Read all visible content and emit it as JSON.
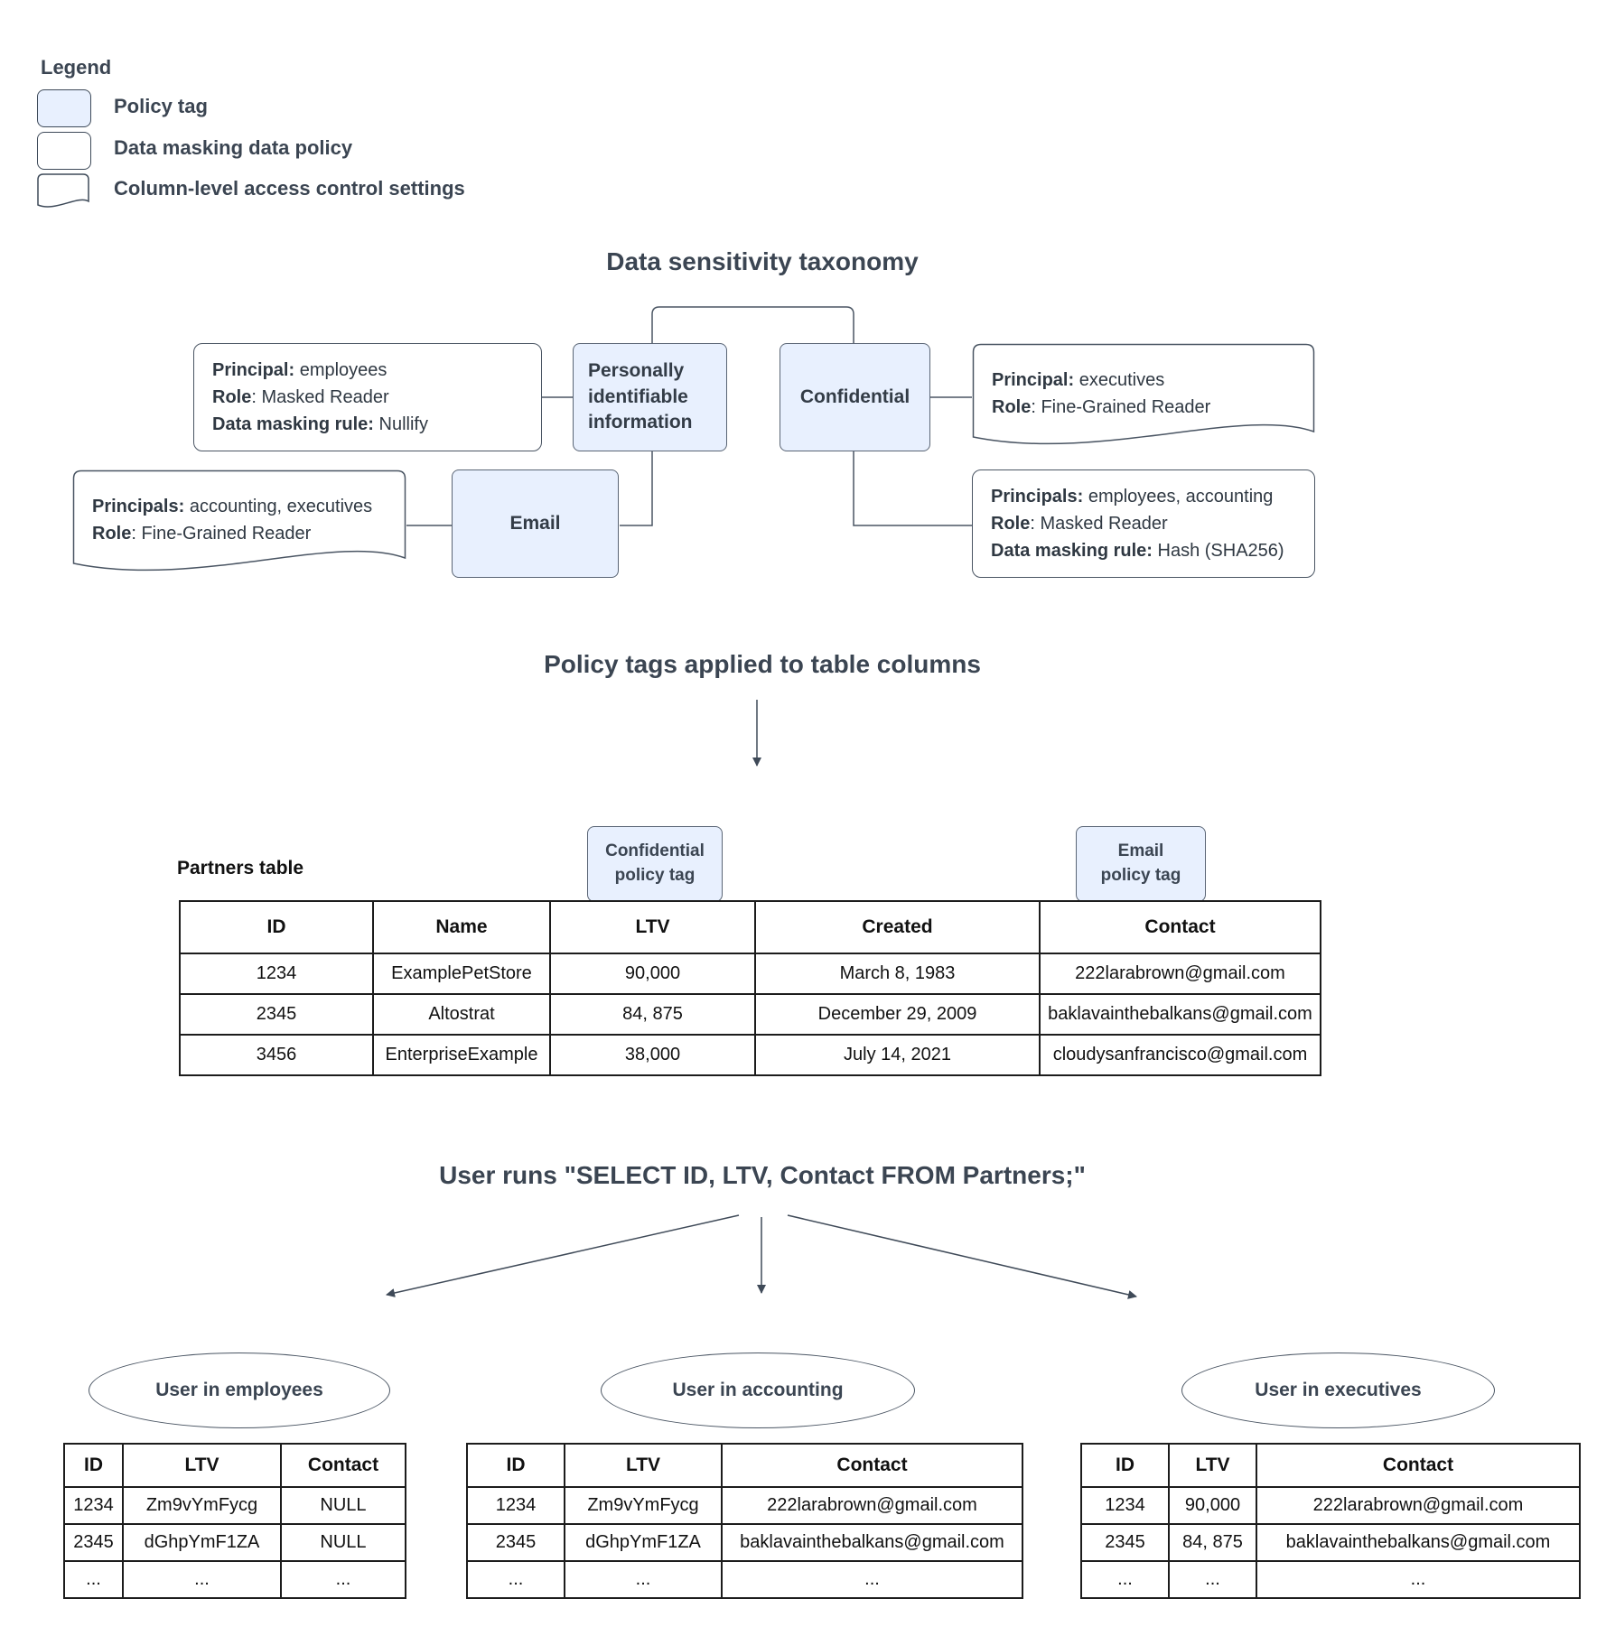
{
  "colors": {
    "policy_tag_fill": "#e8f0fe",
    "shape_stroke": "#4a5563",
    "title_text": "#3b4552",
    "table_border": "#1c1c1c"
  },
  "legend": {
    "title": "Legend",
    "items": [
      {
        "shape": "policy-tag",
        "label": "Policy tag"
      },
      {
        "shape": "data-masking-policy",
        "label": "Data masking data policy"
      },
      {
        "shape": "column-access-settings",
        "label": "Column-level access control settings"
      }
    ]
  },
  "taxonomy": {
    "title": "Data sensitivity taxonomy",
    "pii_tag": {
      "label": "Personally identifiable information"
    },
    "confidential_tag": {
      "label": "Confidential"
    },
    "email_tag": {
      "label": "Email"
    },
    "employees_policy": {
      "lines": [
        {
          "label": "Principal:",
          "value": " employees"
        },
        {
          "label": "Role",
          "value": ": Masked Reader"
        },
        {
          "label": "Data masking rule:",
          "value": " Nullify"
        }
      ]
    },
    "executives_access": {
      "lines": [
        {
          "label": "Principal:",
          "value": " executives"
        },
        {
          "label": "Role",
          "value": ": Fine-Grained Reader"
        }
      ]
    },
    "accounting_access": {
      "lines": [
        {
          "label": "Principals:",
          "value": " accounting, executives"
        },
        {
          "label": "Role",
          "value": ": Fine-Grained Reader"
        }
      ]
    },
    "hash_policy": {
      "lines": [
        {
          "label": "Principals:",
          "value": " employees, accounting"
        },
        {
          "label": "Role",
          "value": ": Masked Reader"
        },
        {
          "label": "Data masking rule:",
          "value": " Hash (SHA256)"
        }
      ]
    }
  },
  "policy_tags_section": {
    "title": "Policy tags applied to table columns"
  },
  "partners": {
    "label": "Partners table",
    "confidential_tag": {
      "line1": "Confidential",
      "line2": "policy tag"
    },
    "email_tag": {
      "line1": "Email",
      "line2": "policy tag"
    },
    "columns": [
      "ID",
      "Name",
      "LTV",
      "Created",
      "Contact"
    ],
    "rows": [
      [
        "1234",
        "ExamplePetStore",
        "90,000",
        "March 8, 1983",
        "222larabrown@gmail.com"
      ],
      [
        "2345",
        "Altostrat",
        "84, 875",
        "December 29, 2009",
        "baklavainthebalkans@gmail.com"
      ],
      [
        "3456",
        "EnterpriseExample",
        "38,000",
        "July 14, 2021",
        "cloudysanfrancisco@gmail.com"
      ]
    ]
  },
  "query_section": {
    "title": "User runs \"SELECT ID, LTV, Contact FROM Partners;\""
  },
  "results": [
    {
      "user": "User in employees",
      "columns": [
        "ID",
        "LTV",
        "Contact"
      ],
      "rows": [
        [
          "1234",
          "Zm9vYmFycg",
          "NULL"
        ],
        [
          "2345",
          "dGhpYmF1ZA",
          "NULL"
        ],
        [
          "...",
          "...",
          "..."
        ]
      ]
    },
    {
      "user": "User in accounting",
      "columns": [
        "ID",
        "LTV",
        "Contact"
      ],
      "rows": [
        [
          "1234",
          "Zm9vYmFycg",
          "222larabrown@gmail.com"
        ],
        [
          "2345",
          "dGhpYmF1ZA",
          "baklavainthebalkans@gmail.com"
        ],
        [
          "...",
          "...",
          "..."
        ]
      ]
    },
    {
      "user": "User in executives",
      "columns": [
        "ID",
        "LTV",
        "Contact"
      ],
      "rows": [
        [
          "1234",
          "90,000",
          "222larabrown@gmail.com"
        ],
        [
          "2345",
          "84, 875",
          "baklavainthebalkans@gmail.com"
        ],
        [
          "...",
          "...",
          "..."
        ]
      ]
    }
  ]
}
